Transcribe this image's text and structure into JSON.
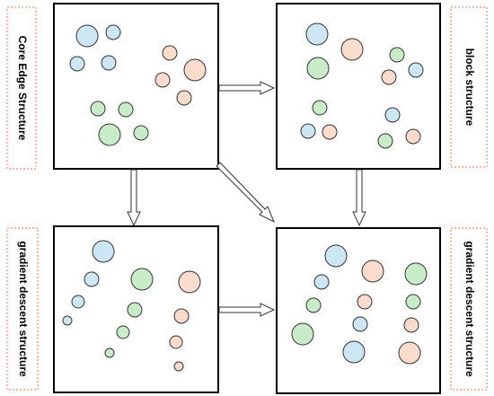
{
  "labels": {
    "core_edge": "Core Edge Structure",
    "block": "block structure",
    "gradient_left": "gradient descent structure",
    "gradient_right": "gradient descent structure"
  },
  "colors": {
    "blue": "#cce6f4",
    "green": "#c9ecc8",
    "peach": "#f9dccc",
    "label_border": "#e8794a",
    "box_stroke": "#000000"
  }
}
